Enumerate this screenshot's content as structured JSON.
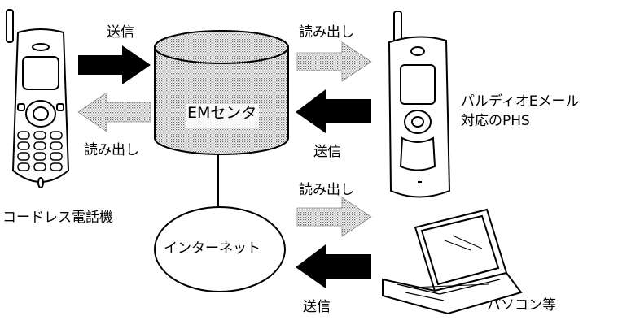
{
  "diagram": {
    "labels": {
      "send_top": "送信",
      "read_top_right": "読み出し",
      "read_left": "読み出し",
      "send_mid_right": "送信",
      "em_center": "EMセンタ",
      "paldio_line1": "パルディオEメール",
      "paldio_line2": "対応のPHS",
      "read_mid_right": "読み出し",
      "cordless": "コードレス電話機",
      "internet": "インターネット",
      "send_bottom": "送信",
      "pc": "パソコン等"
    },
    "icons": {
      "cordless_phone": "cordless-phone-icon",
      "phs_phone": "phs-phone-icon",
      "laptop": "laptop-icon",
      "cylinder": "database-cylinder-icon",
      "internet_cloud": "internet-ellipse-icon"
    },
    "colors": {
      "ink": "#000000",
      "gray_arrow": "#a8a8a8",
      "gray_fill": "#dadada",
      "paper": "#ffffff"
    }
  }
}
